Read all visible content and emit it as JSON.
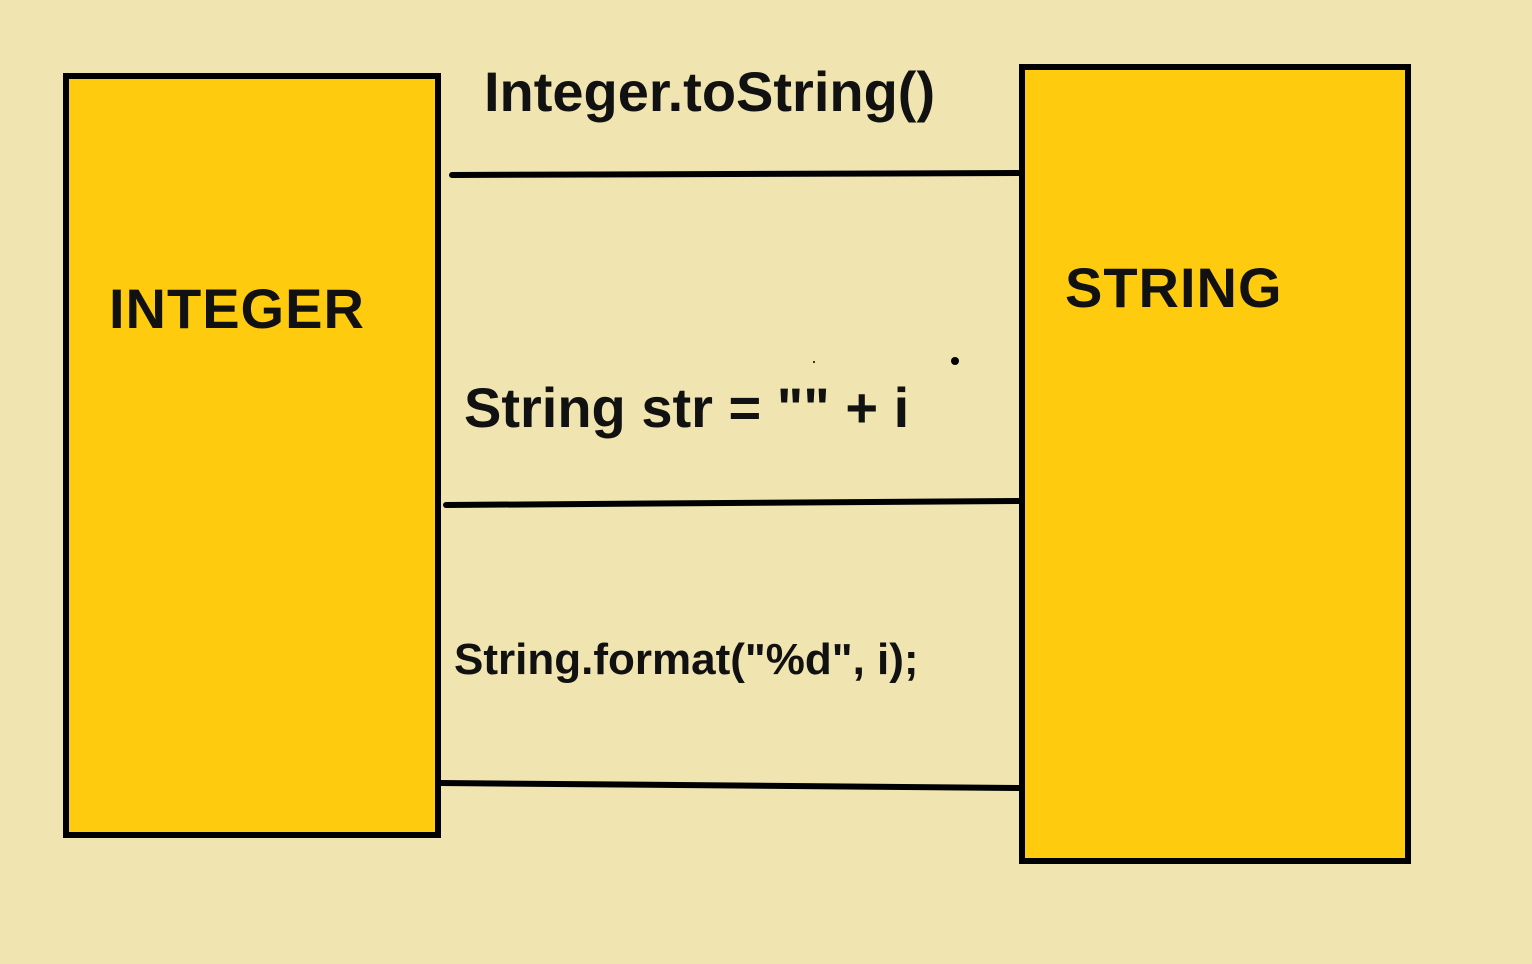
{
  "diagram": {
    "source_box": {
      "label": "INTEGER"
    },
    "target_box": {
      "label": "STRING"
    },
    "conversions": [
      {
        "label": "Integer.toString()"
      },
      {
        "label": "String str = \"\" + i"
      },
      {
        "label": "String.format(\"%d\", i);"
      }
    ]
  },
  "colors": {
    "background": "#F0E4B0",
    "box_fill": "#FFCB0F",
    "stroke": "#000000",
    "text": "#111111"
  }
}
